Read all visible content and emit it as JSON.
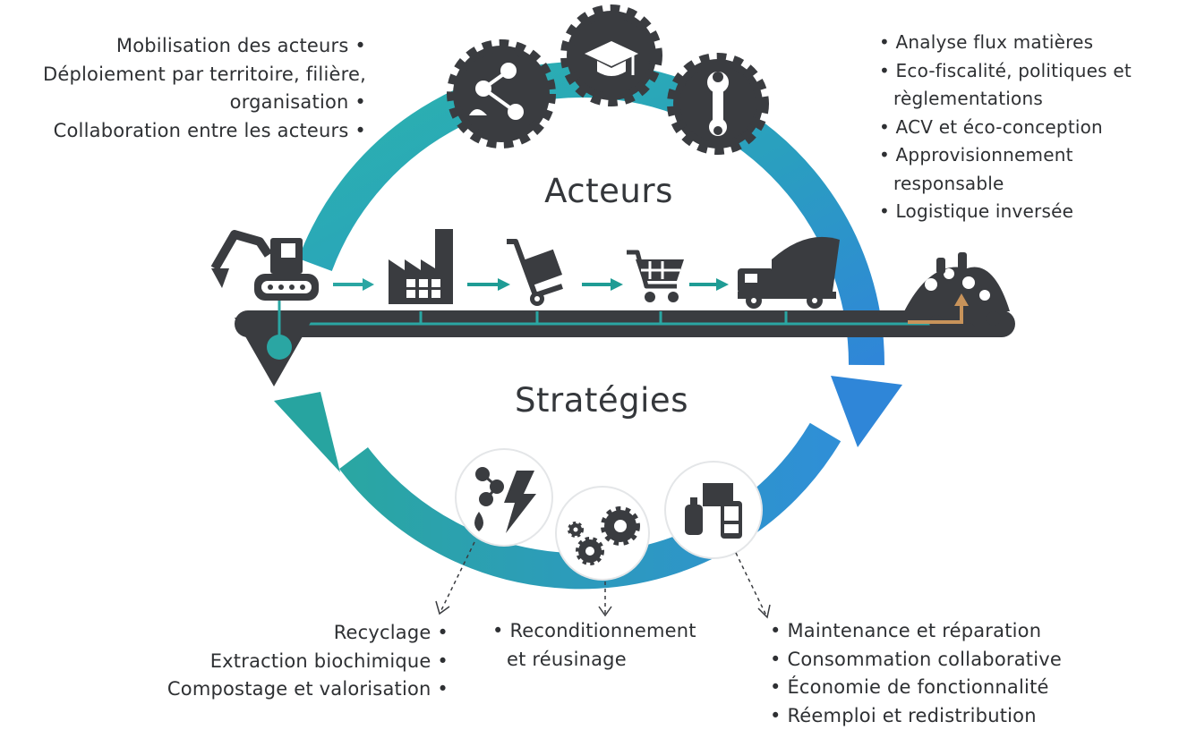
{
  "center_labels": {
    "top": "Acteurs",
    "bottom": "Stratégies"
  },
  "top_left_list": [
    "Mobilisation des acteurs •",
    "Déploiement par territoire, filière,",
    "organisation •",
    "Collaboration entre les acteurs •"
  ],
  "top_right_list": [
    "• Analyse flux matières",
    "• Eco-fiscalité, politiques et",
    "règlementations",
    "• ACV et éco-conception",
    "• Approvisionnement",
    "responsable",
    "• Logistique inversée"
  ],
  "bottom_left_list": [
    "Recyclage •",
    "Extraction biochimique •",
    "Compostage et valorisation •"
  ],
  "bottom_middle_list": [
    "• Reconditionnement",
    "et réusinage"
  ],
  "bottom_right_list": [
    "• Maintenance et réparation",
    "• Consommation collaborative",
    "• Économie de fonctionnalité",
    "• Réemploi et redistribution"
  ],
  "icons": {
    "gear_left": "network-people-icon",
    "gear_middle": "graduation-cap-icon",
    "gear_right": "wrench-icon",
    "extraction": "excavator-icon",
    "production": "factory-icon",
    "distribution": "hand-truck-icon",
    "consumption": "shopping-cart-icon",
    "collection": "garbage-truck-icon",
    "waste": "waste-pile-icon",
    "strategy_left": "molecule-energy-icon",
    "strategy_middle": "gears-icon",
    "strategy_right": "products-icon"
  },
  "colors": {
    "teal": "#2aa6a3",
    "blue": "#2f8fd6",
    "dark": "#3a3c40",
    "accent_teal": "#1f9c95",
    "orange": "#c8935a"
  }
}
